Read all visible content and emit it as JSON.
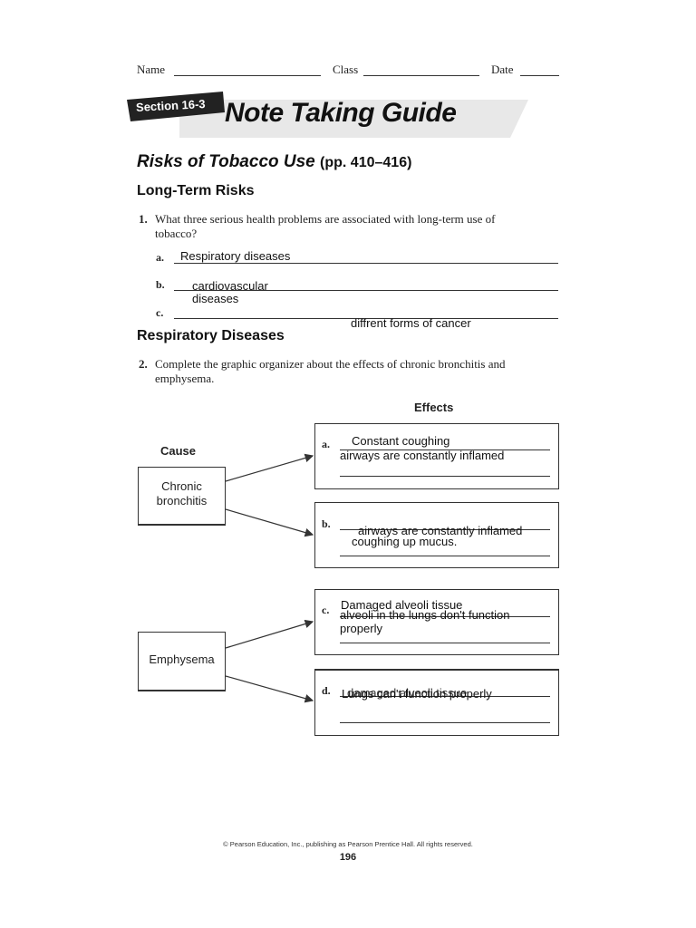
{
  "header": {
    "name_label": "Name",
    "class_label": "Class",
    "date_label": "Date"
  },
  "banner": {
    "section": "Section 16-3",
    "title": "Note Taking Guide"
  },
  "lesson": {
    "title": "Risks of Tobacco Use",
    "pages": "(pp. 410–416)"
  },
  "long_term": {
    "heading": "Long-Term Risks",
    "q_num": "1.",
    "question": "What three serious health problems are associated with long-term use of tobacco?",
    "items": [
      {
        "letter": "a.",
        "answer": "Respiratory diseases"
      },
      {
        "letter": "b.",
        "answer_line1": "cardiovascular",
        "answer_line2": "diseases"
      },
      {
        "letter": "c.",
        "answer": "diffrent forms of cancer"
      }
    ]
  },
  "respiratory": {
    "heading": "Respiratory Diseases",
    "q_num": "2.",
    "question": "Complete the graphic organizer about the effects of chronic bronchitis and emphysema."
  },
  "organizer": {
    "effects_label": "Effects",
    "cause_label": "Cause",
    "cause1_line1": "Chronic",
    "cause1_line2": "bronchitis",
    "cause2": "Emphysema",
    "boxes": [
      {
        "letter": "a.",
        "text1": "Constant coughing",
        "text2": "airways are constantly inflamed"
      },
      {
        "letter": "b.",
        "text1": "airways are constantly inflamed",
        "text2": "coughing up mucus."
      },
      {
        "letter": "c.",
        "text1": "Damaged alveoli tissue",
        "text2": "alveoli in the lungs don't function",
        "text3": "properly"
      },
      {
        "letter": "d.",
        "text1": "Lungs can't function properly",
        "text2": "damaged alveoli tissue"
      }
    ]
  },
  "footer": {
    "copyright": "© Pearson Education, Inc., publishing as Pearson Prentice Hall.  All rights reserved.",
    "page": "196"
  }
}
